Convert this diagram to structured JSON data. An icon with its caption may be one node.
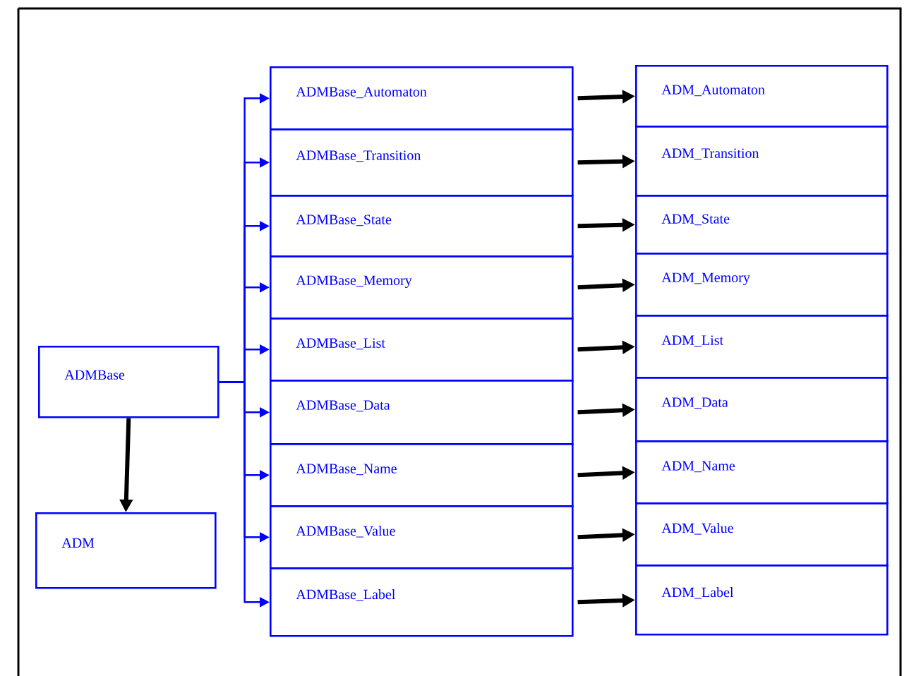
{
  "diagram": {
    "nodes": [
      {
        "text": [
          "ADMBase"
        ]
      },
      {
        "text": [
          "ADM"
        ]
      },
      {
        "text": [
          "ADMBase_Automaton"
        ]
      },
      {
        "text": [
          "ADMBase_Transition"
        ]
      },
      {
        "text": [
          "ADMBase_State"
        ]
      },
      {
        "text": [
          "ADMBase_Memory"
        ]
      },
      {
        "text": [
          "ADMBase_List"
        ]
      },
      {
        "text": [
          "ADMBase_Data"
        ]
      },
      {
        "text": [
          "ADMBase_Name"
        ]
      },
      {
        "text": [
          "ADMBase_Value"
        ]
      },
      {
        "text": [
          "ADMBase_Label"
        ]
      },
      {
        "text": [
          "ADM_Automaton"
        ]
      },
      {
        "text": [
          "ADM_Transition"
        ]
      },
      {
        "text": [
          "ADM_State"
        ]
      },
      {
        "text": [
          "ADM_Memory"
        ]
      },
      {
        "text": [
          "ADM_List"
        ]
      },
      {
        "text": [
          "ADM_Data"
        ]
      },
      {
        "text": [
          "ADM_Name"
        ]
      },
      {
        "text": [
          "ADM_Value"
        ]
      },
      {
        "text": [
          "ADM_Label"
        ]
      }
    ],
    "edges": [
      {
        "from": 0,
        "to": 1,
        "arrow": "to"
      },
      {
        "from": 0,
        "to": 2,
        "arrow": "to",
        "color": "#0000ff"
      },
      {
        "from": 0,
        "to": 3,
        "arrow": "to",
        "color": "#0000ff"
      },
      {
        "from": 0,
        "to": 4,
        "arrow": "to",
        "color": "#0000ff"
      },
      {
        "from": 0,
        "to": 5,
        "arrow": "to",
        "color": "#0000ff"
      },
      {
        "from": 0,
        "to": 6,
        "arrow": "to",
        "color": "#0000ff"
      },
      {
        "from": 0,
        "to": 7,
        "arrow": "to",
        "color": "#0000ff"
      },
      {
        "from": 0,
        "to": 8,
        "arrow": "to",
        "color": "#0000ff"
      },
      {
        "from": 0,
        "to": 9,
        "arrow": "to",
        "color": "#0000ff"
      },
      {
        "from": 0,
        "to": 10,
        "arrow": "to",
        "color": "#0000ff"
      },
      {
        "from": 2,
        "to": 11,
        "arrow": "to"
      },
      {
        "from": 3,
        "to": 12,
        "arrow": "to"
      },
      {
        "from": 4,
        "to": 13,
        "arrow": "to"
      },
      {
        "from": 5,
        "to": 14,
        "arrow": "to"
      },
      {
        "from": 6,
        "to": 15,
        "arrow": "to"
      },
      {
        "from": 7,
        "to": 16,
        "arrow": "to"
      },
      {
        "from": 8,
        "to": 17,
        "arrow": "to"
      },
      {
        "from": 9,
        "to": 18,
        "arrow": "to"
      },
      {
        "from": 10,
        "to": 19,
        "arrow": "to"
      }
    ]
  }
}
